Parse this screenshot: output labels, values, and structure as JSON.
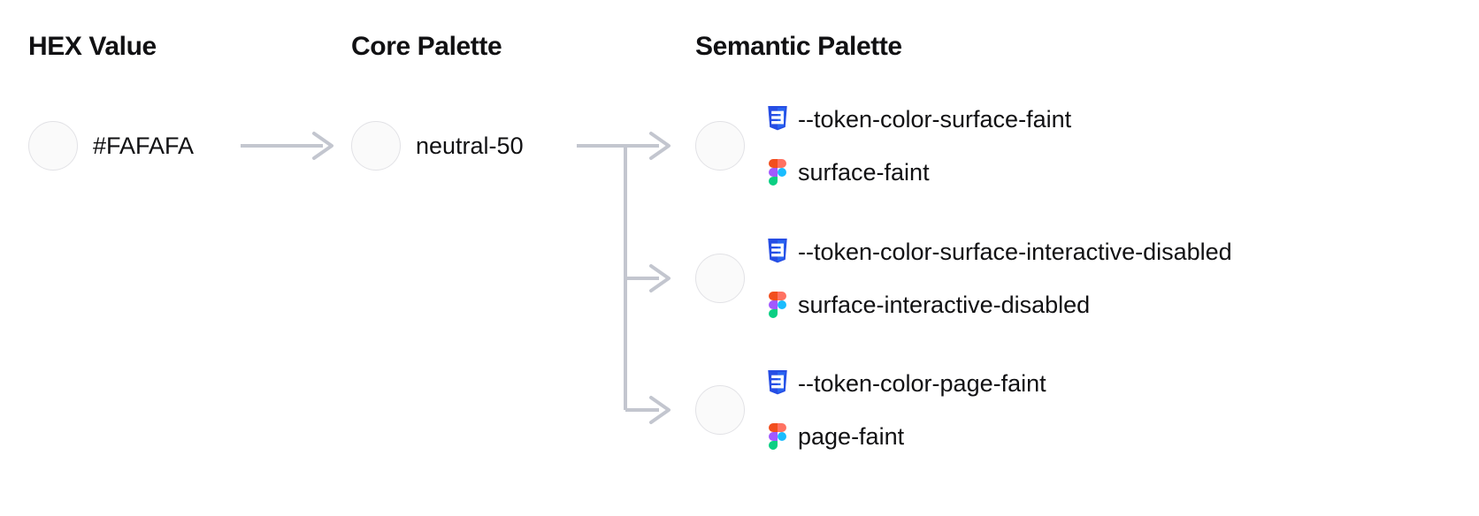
{
  "headers": {
    "hex": "HEX Value",
    "core": "Core Palette",
    "semantic": "Semantic Palette"
  },
  "colors": {
    "swatch_fill": "#FAFAFA",
    "swatch_border": "#E2E2E6",
    "text": "#111113",
    "connector": "#C3C6CF",
    "css_icon_blue": "#2965F1",
    "css_icon_blue_dark": "#264DE4",
    "figma_red": "#F24E1E",
    "figma_purple": "#A259FF",
    "figma_green": "#0ACF83",
    "figma_blue": "#1ABCFE",
    "figma_orange": "#FF7262"
  },
  "hex_value": {
    "label": "#FAFAFA",
    "swatch_color": "#FAFAFA"
  },
  "core_palette": {
    "label": "neutral-50",
    "swatch_color": "#FAFAFA"
  },
  "semantic_palette": {
    "rows": [
      {
        "swatch_color": "#FAFAFA",
        "css_token": "--token-color-surface-faint",
        "figma_token": "surface-faint",
        "css_icon": "css3-shield-icon",
        "figma_icon": "figma-logo-icon"
      },
      {
        "swatch_color": "#FAFAFA",
        "css_token": "--token-color-surface-interactive-disabled",
        "figma_token": "surface-interactive-disabled",
        "css_icon": "css3-shield-icon",
        "figma_icon": "figma-logo-icon"
      },
      {
        "swatch_color": "#FAFAFA",
        "css_token": "--token-color-page-faint",
        "figma_token": "page-faint",
        "css_icon": "css3-shield-icon",
        "figma_icon": "figma-logo-icon"
      }
    ]
  }
}
